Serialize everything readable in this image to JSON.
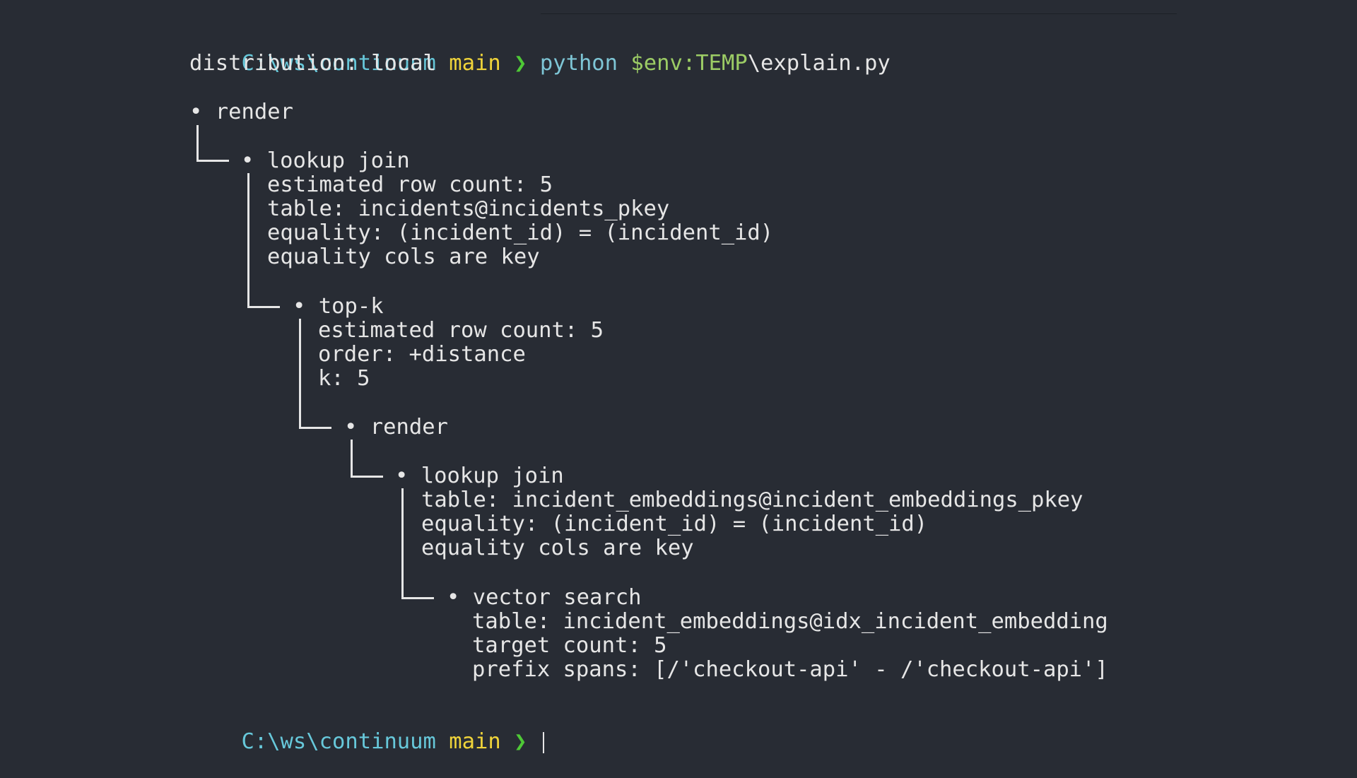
{
  "prompt": {
    "path": "C:\\ws\\continuum",
    "git_icon": "git-branch-icon",
    "git_glyph": "",
    "branch": "main",
    "arrow": "❯"
  },
  "command": {
    "program": "python",
    "env_var": "$env:TEMP",
    "script": "\\explain.py"
  },
  "output": {
    "distribution": "distribution: local",
    "bullet": "•",
    "nodes": [
      {
        "label": "render"
      },
      {
        "label": "lookup join",
        "details": [
          "estimated row count: 5",
          "table: incidents@incidents_pkey",
          "equality: (incident_id) = (incident_id)",
          "equality cols are key"
        ]
      },
      {
        "label": "top-k",
        "details": [
          "estimated row count: 5",
          "order: +distance",
          "k: 5"
        ]
      },
      {
        "label": "render"
      },
      {
        "label": "lookup join",
        "details": [
          "table: incident_embeddings@incident_embeddings_pkey",
          "equality: (incident_id) = (incident_id)",
          "equality cols are key"
        ]
      },
      {
        "label": "vector search",
        "details": [
          "table: incident_embeddings@idx_incident_embedding",
          "target count: 5",
          "prefix spans: [/'checkout-api' - /'checkout-api']"
        ]
      }
    ]
  },
  "colors": {
    "background": "#282c34",
    "path": "#67c8da",
    "branch": "#f0d43a",
    "arrow": "#4ec936",
    "text": "#e6e6e6"
  }
}
